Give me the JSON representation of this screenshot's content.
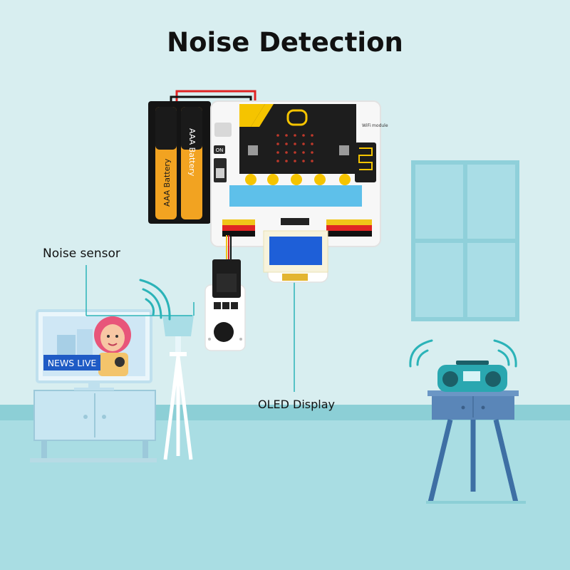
{
  "title": "Noise Detection",
  "labels": {
    "noise_sensor": "Noise sensor",
    "oled_display": "OLED Display"
  },
  "tv": {
    "badge": "NEWS LIVE"
  },
  "battery": {
    "label_left": "AAA Battery",
    "label_right": "AAA Battery"
  },
  "board": {
    "switch_label": "ON",
    "module_text": "WiFi module"
  },
  "colors": {
    "background": "#d8eef0",
    "floor": "#a9dde3",
    "accent_line": "#2bb3b8",
    "microbit_yellow": "#f5c400",
    "screen_blue": "#1e5fd8",
    "boombox": "#2aa7b0"
  }
}
